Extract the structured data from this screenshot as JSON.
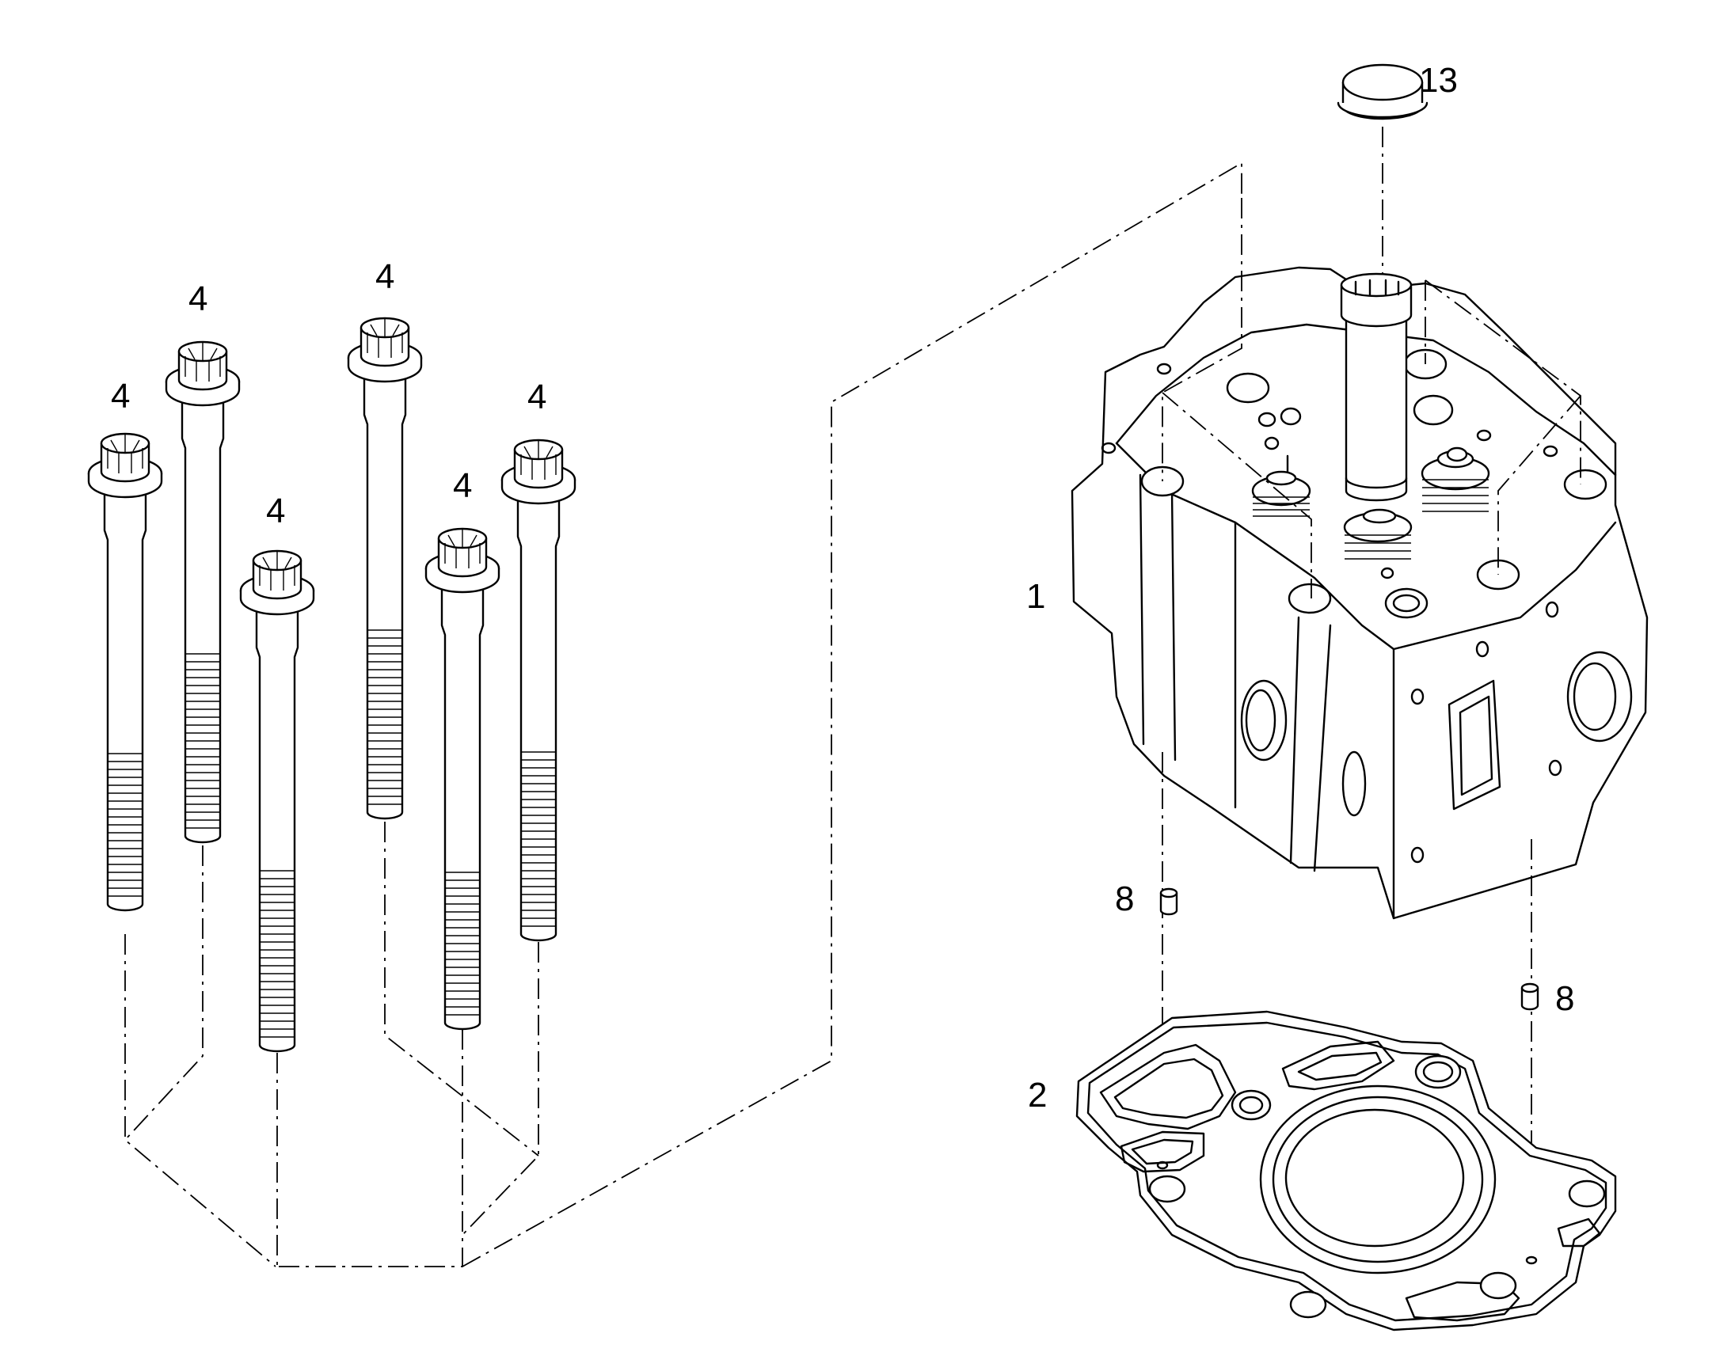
{
  "callouts": {
    "bolt_1": "4",
    "bolt_2": "4",
    "bolt_3": "4",
    "bolt_4": "4",
    "bolt_5": "4",
    "bolt_6": "4",
    "cylinder_head": "1",
    "gasket": "2",
    "pin_left": "8",
    "pin_right": "8",
    "cap": "13"
  }
}
